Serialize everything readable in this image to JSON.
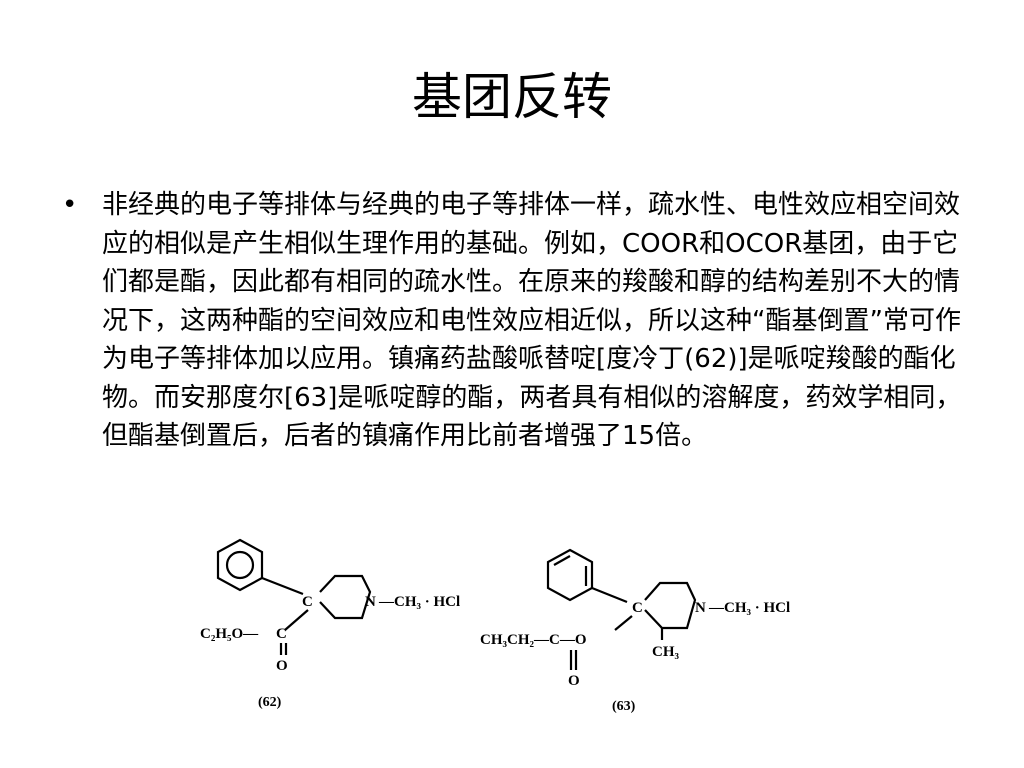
{
  "slide": {
    "title": "基团反转",
    "bullet_char": "•",
    "paragraph": "非经典的电子等排体与经典的电子等排体一样，疏水性、电性效应相空间效应的相似是产生相似生理作用的基础。例如，COOR和OCOR基团，由于它们都是酯，因此都有相同的疏水性。在原来的羧酸和醇的结构差别不大的情况下，这两种酯的空间效应和电性效应相近似，所以这种“酯基倒置”常可作为电子等排体加以应用。镇痛药盐酸哌替啶[度冷丁(62)]是哌啶羧酸的酯化物。而安那度尔[63]是哌啶醇的酯，两者具有相似的溶解度，药效学相同，但酯基倒置后，后者的镇痛作用比前者增强了15倍。"
  },
  "figure": {
    "compound_62": {
      "label": "(62)",
      "ring_carbon": "C",
      "nitrogen": "N",
      "n_substituent": "—CH₃ · HCl",
      "ester_alkyl": "C₂H₅O—",
      "carbonyl_carbon": "C",
      "carbonyl_oxygen": "O"
    },
    "compound_63": {
      "label": "(63)",
      "ring_carbon": "C",
      "nitrogen": "N",
      "n_substituent": "—CH₃ · HCl",
      "ester_chain": "CH₃CH₂—C—O",
      "carbonyl_oxygen": "O",
      "ring_methyl": "CH₃"
    }
  }
}
